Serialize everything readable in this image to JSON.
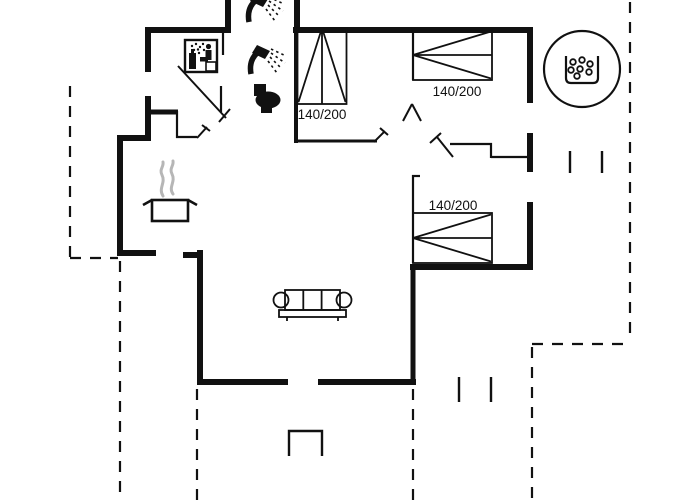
{
  "floor_plan": {
    "colors": {
      "walls": "#111111",
      "background": "#ffffff",
      "steam": "#b6b6b6"
    },
    "bed_dimension_labels": [
      {
        "id": "bed-top-middle",
        "text": "140/200"
      },
      {
        "id": "bed-top-right",
        "text": "140/200"
      },
      {
        "id": "bed-middle-right",
        "text": "140/200"
      }
    ],
    "icons": [
      "sauna-icon",
      "shower-icon-top",
      "shower-icon-bathroom",
      "toilet-icon",
      "cooking-pot-icon",
      "steam-icon",
      "sofa-icon",
      "hot-tub-icon",
      "terrace-steps-icon",
      "double-bed-icon"
    ]
  }
}
